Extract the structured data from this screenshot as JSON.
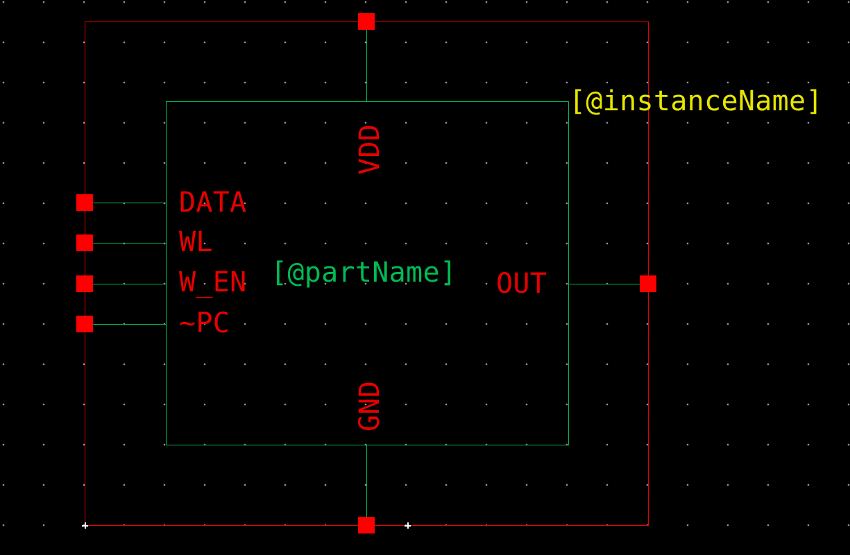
{
  "symbol": {
    "part_name": "[@partName]",
    "instance_name": "[@instanceName]",
    "pins": {
      "left": [
        {
          "label": "DATA"
        },
        {
          "label": "WL"
        },
        {
          "label": "W_EN"
        },
        {
          "label": "~PC"
        }
      ],
      "top": {
        "label": "VDD"
      },
      "bottom": {
        "label": "GND"
      },
      "right": {
        "label": "OUT"
      }
    }
  },
  "colors": {
    "background": "#000000",
    "outline_red": "#e80000",
    "pin_red": "#ff0000",
    "wire_green": "#00bc53",
    "instance_name_yellow": "#e6e600",
    "grid_dot": "#98989e",
    "origin_cross": "#ffffff"
  }
}
